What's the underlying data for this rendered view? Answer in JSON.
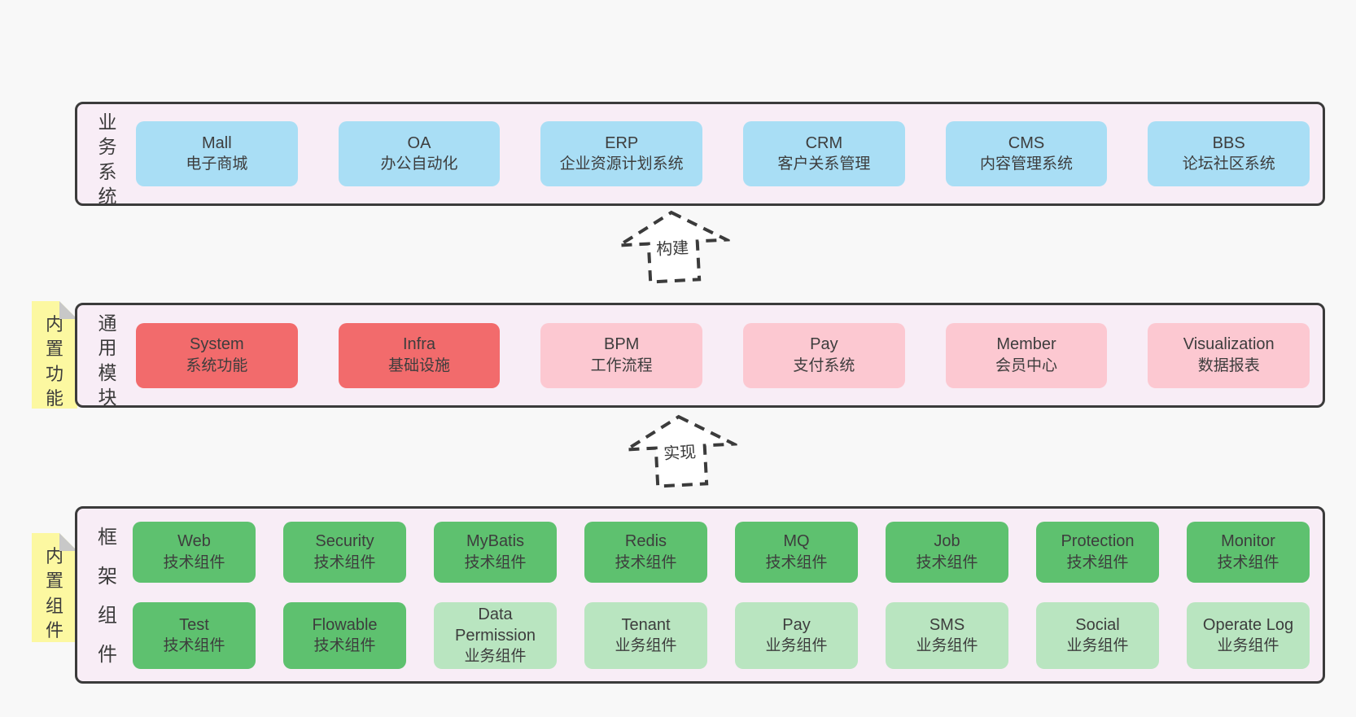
{
  "palette": {
    "page_bg": "#f8f8f8",
    "panel_bg": "#f8edf6",
    "ink": "#3b3b3b",
    "blue": "#a9def5",
    "red": "#f26b6c",
    "pink": "#fcc8d1",
    "green_dark": "#5ec16f",
    "green_light": "#b9e5c0",
    "yellow": "#fcf8a1",
    "fold_gray": "#c8c8c8"
  },
  "sections": {
    "business": {
      "label": "业\n务\n系\n统",
      "boxes": [
        {
          "name": "Mall",
          "desc": "电子商城",
          "variant": "blue"
        },
        {
          "name": "OA",
          "desc": "办公自动化",
          "variant": "blue"
        },
        {
          "name": "ERP",
          "desc": "企业资源计划系统",
          "variant": "blue"
        },
        {
          "name": "CRM",
          "desc": "客户关系管理",
          "variant": "blue"
        },
        {
          "name": "CMS",
          "desc": "内容管理系统",
          "variant": "blue"
        },
        {
          "name": "BBS",
          "desc": "论坛社区系统",
          "variant": "blue"
        }
      ]
    },
    "modules": {
      "label": "通\n用\n模\n块",
      "note": "内\n置\n功\n能",
      "boxes": [
        {
          "name": "System",
          "desc": "系统功能",
          "variant": "red"
        },
        {
          "name": "Infra",
          "desc": "基础设施",
          "variant": "red"
        },
        {
          "name": "BPM",
          "desc": "工作流程",
          "variant": "pink"
        },
        {
          "name": "Pay",
          "desc": "支付系统",
          "variant": "pink"
        },
        {
          "name": "Member",
          "desc": "会员中心",
          "variant": "pink"
        },
        {
          "name": "Visualization",
          "desc": "数据报表",
          "variant": "pink"
        }
      ]
    },
    "framework": {
      "label": "框\n架\n组\n件",
      "note": "内\n置\n组\n件",
      "rows": [
        [
          {
            "name": "Web",
            "desc": "技术组件",
            "variant": "green_dark"
          },
          {
            "name": "Security",
            "desc": "技术组件",
            "variant": "green_dark"
          },
          {
            "name": "MyBatis",
            "desc": "技术组件",
            "variant": "green_dark"
          },
          {
            "name": "Redis",
            "desc": "技术组件",
            "variant": "green_dark"
          },
          {
            "name": "MQ",
            "desc": "技术组件",
            "variant": "green_dark"
          },
          {
            "name": "Job",
            "desc": "技术组件",
            "variant": "green_dark"
          },
          {
            "name": "Protection",
            "desc": "技术组件",
            "variant": "green_dark"
          },
          {
            "name": "Monitor",
            "desc": "技术组件",
            "variant": "green_dark"
          }
        ],
        [
          {
            "name": "Test",
            "desc": "技术组件",
            "variant": "green_dark"
          },
          {
            "name": "Flowable",
            "desc": "技术组件",
            "variant": "green_dark"
          },
          {
            "name": "Data Permission",
            "desc": "业务组件",
            "variant": "green_light"
          },
          {
            "name": "Tenant",
            "desc": "业务组件",
            "variant": "green_light"
          },
          {
            "name": "Pay",
            "desc": "业务组件",
            "variant": "green_light"
          },
          {
            "name": "SMS",
            "desc": "业务组件",
            "variant": "green_light"
          },
          {
            "name": "Social",
            "desc": "业务组件",
            "variant": "green_light"
          },
          {
            "name": "Operate Log",
            "desc": "业务组件",
            "variant": "green_light"
          }
        ]
      ]
    }
  },
  "arrows": {
    "build": "构建",
    "implement": "实现"
  }
}
